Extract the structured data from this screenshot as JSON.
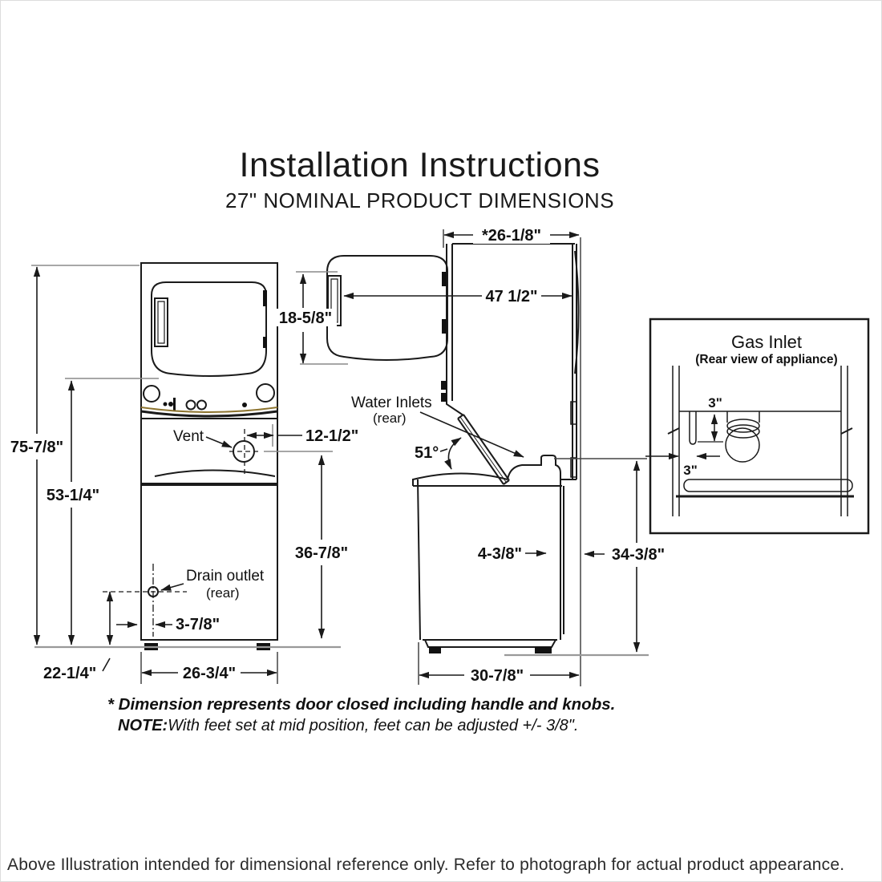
{
  "header": {
    "title": "Installation Instructions",
    "subtitle": "27\" NOMINAL PRODUCT DIMENSIONS"
  },
  "front_view": {
    "dims": {
      "overall_height": "75-7/8\"",
      "mid_height": "53-1/4\"",
      "vent_height": "36-7/8\"",
      "vent_offset": "12-1/2\"",
      "drain_height": "22-1/4\"",
      "drain_offset": "3-7/8\"",
      "width": "26-3/4\""
    },
    "labels": {
      "vent": "Vent",
      "drain_outlet": "Drain outlet",
      "drain_outlet_sub": "(rear)"
    }
  },
  "side_view": {
    "dims": {
      "depth": "*26-1/8\"",
      "door_open_depth": "47 1/2\"",
      "door_height": "18-5/8\"",
      "lid_angle": "51°",
      "rear_offset": "4-3/8\"",
      "washer_height": "34-3/8\"",
      "base_depth": "30-7/8\""
    },
    "labels": {
      "water_inlets": "Water Inlets",
      "water_inlets_sub": "(rear)"
    }
  },
  "gas_inlet": {
    "title": "Gas Inlet",
    "subtitle": "(Rear view of appliance)",
    "dims": {
      "drop": "3\"",
      "side": "3\""
    }
  },
  "notes": {
    "asterisk_note": "* Dimension represents door closed including handle and knobs.",
    "note_label": "NOTE:",
    "note_text": "With feet set at mid position, feet can be adjusted +/- 3/8\"."
  },
  "footer": {
    "text": "Above Illustration intended for dimensional reference only. Refer to photograph for actual product appearance."
  }
}
